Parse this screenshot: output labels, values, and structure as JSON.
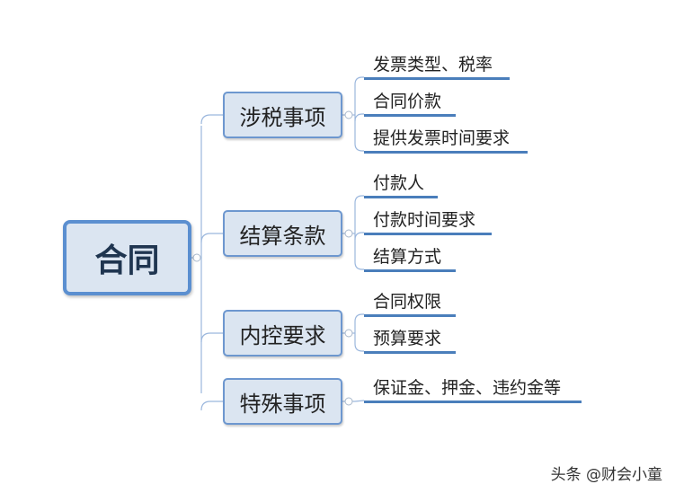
{
  "root": {
    "label": "合同"
  },
  "categories": [
    {
      "label": "涉税事项",
      "items": [
        "发票类型、税率",
        "合同价款",
        "提供发票时间要求"
      ]
    },
    {
      "label": "结算条款",
      "items": [
        "付款人",
        "付款时间要求",
        "结算方式"
      ]
    },
    {
      "label": "内控要求",
      "items": [
        "合同权限",
        "预算要求"
      ]
    },
    {
      "label": "特殊事项",
      "items": [
        "保证金、押金、违约金等"
      ]
    }
  ],
  "watermark": "头条 @财会小童",
  "colors": {
    "node_fill": "#dbe5f1",
    "node_border": "#5b8fd0",
    "line": "#4a7ebb",
    "connector": "#9bb7dd"
  }
}
